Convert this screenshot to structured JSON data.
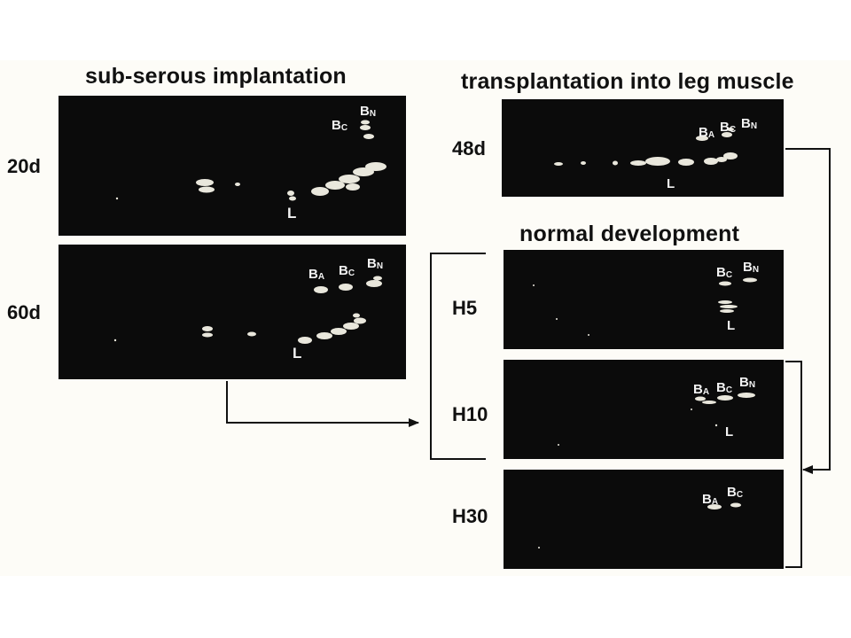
{
  "headings": {
    "sub_serous": "sub-serous implantation",
    "transplantation": "transplantation into leg muscle",
    "normal_development": "normal development"
  },
  "row_labels": {
    "d20": "20d",
    "d60": "60d",
    "d48": "48d",
    "h5": "H5",
    "h10": "H10",
    "h30": "H30"
  },
  "band_labels": {
    "B": "B",
    "A": "A",
    "C": "C",
    "N": "N",
    "L": "L"
  },
  "colors": {
    "background": "#fdfcf7",
    "panel": "#0b0b0b",
    "band": "#e9e7dc",
    "line": "#111111"
  }
}
